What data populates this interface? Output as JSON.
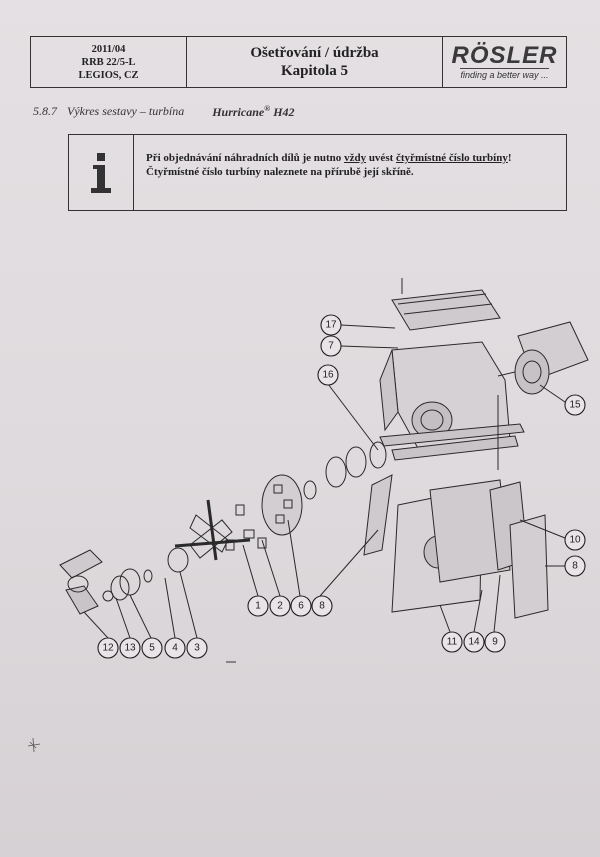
{
  "header": {
    "date": "2011/04",
    "doc_code": "RRB 22/5-L",
    "customer": "LEGIOS, CZ",
    "title": "Ošetřování / údržba",
    "chapter": "Kapitola 5",
    "brand": "RÖSLER",
    "tagline": "finding a better way ..."
  },
  "section": {
    "number": "5.8.7",
    "title": "Výkres sestavy – turbína",
    "model": "Hurricane",
    "model_sup": "®",
    "model_code": "H42"
  },
  "notice": {
    "icon": "info-icon",
    "line1_a": "Při objednávání náhradních dílů je nutno ",
    "line1_b": "vždy",
    "line1_c": " uvést ",
    "line1_d": "čtyřmístné číslo turbíny",
    "line1_e": "!",
    "line2": "Čtyřmístné číslo turbíny naleznete na přírubě její skříně."
  },
  "callouts": [
    "17",
    "7",
    "16",
    "15",
    "10",
    "8",
    "1",
    "2",
    "6",
    "8",
    "11",
    "14",
    "9",
    "12",
    "13",
    "5",
    "4",
    "3"
  ]
}
